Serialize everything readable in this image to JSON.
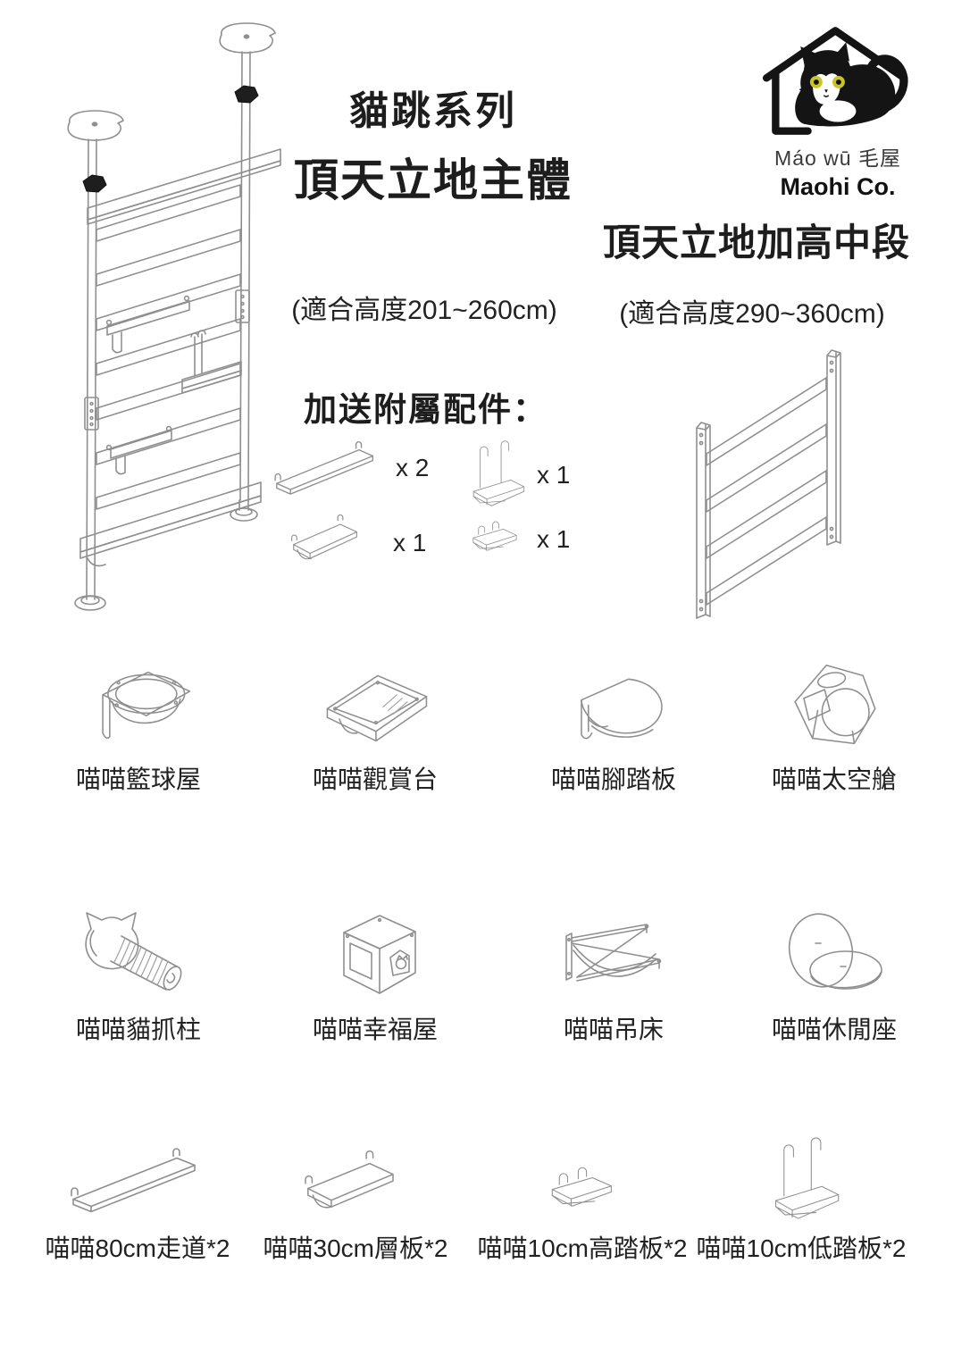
{
  "page": {
    "background": "#ffffff",
    "drawing_line_color": "#8f8f8f",
    "text_color": "#1d1d1d",
    "knob_color": "#1e1e1e"
  },
  "header": {
    "series_title": "貓跳系列",
    "main_product_title": "頂天立地主體",
    "main_fit_range": "(適合高度201~260cm)",
    "right_product_title": "頂天立地加高中段",
    "right_fit_range": "(適合高度290~360cm)"
  },
  "brand": {
    "logo_icon": "house-cat-logo",
    "name_pinyin": "Máo wū 毛屋",
    "name_en": "Maohi Co.",
    "cat_eye_color": "#c9c528"
  },
  "accessories": {
    "title": "加送附屬配件：",
    "items": [
      {
        "icon": "long-walkway-plank",
        "qty": "x 2"
      },
      {
        "icon": "tall-hook-step",
        "qty": "x 1"
      },
      {
        "icon": "short-shelf-plank",
        "qty": "x 1"
      },
      {
        "icon": "low-hook-step",
        "qty": "x 1"
      }
    ]
  },
  "diagrams": {
    "main_tower": "floor-to-ceiling-cat-tower",
    "mid_section_panel": "heightening-mid-section-slat-panel"
  },
  "products": [
    {
      "icon": "basketball-house",
      "label": "喵喵籃球屋"
    },
    {
      "icon": "viewing-platform",
      "label": "喵喵觀賞台"
    },
    {
      "icon": "foot-pedal",
      "label": "喵喵腳踏板"
    },
    {
      "icon": "space-capsule",
      "label": "喵喵太空艙"
    },
    {
      "icon": "scratching-post",
      "label": "喵喵貓抓柱"
    },
    {
      "icon": "happy-house",
      "label": "喵喵幸福屋"
    },
    {
      "icon": "hammock",
      "label": "喵喵吊床"
    },
    {
      "icon": "leisure-seat",
      "label": "喵喵休閒座"
    },
    {
      "icon": "walkway-80cm",
      "label": "喵喵80cm走道*2"
    },
    {
      "icon": "shelf-30cm",
      "label": "喵喵30cm層板*2"
    },
    {
      "icon": "high-step-10cm",
      "label": "喵喵10cm高踏板*2"
    },
    {
      "icon": "low-step-10cm",
      "label": "喵喵10cm低踏板*2"
    }
  ]
}
